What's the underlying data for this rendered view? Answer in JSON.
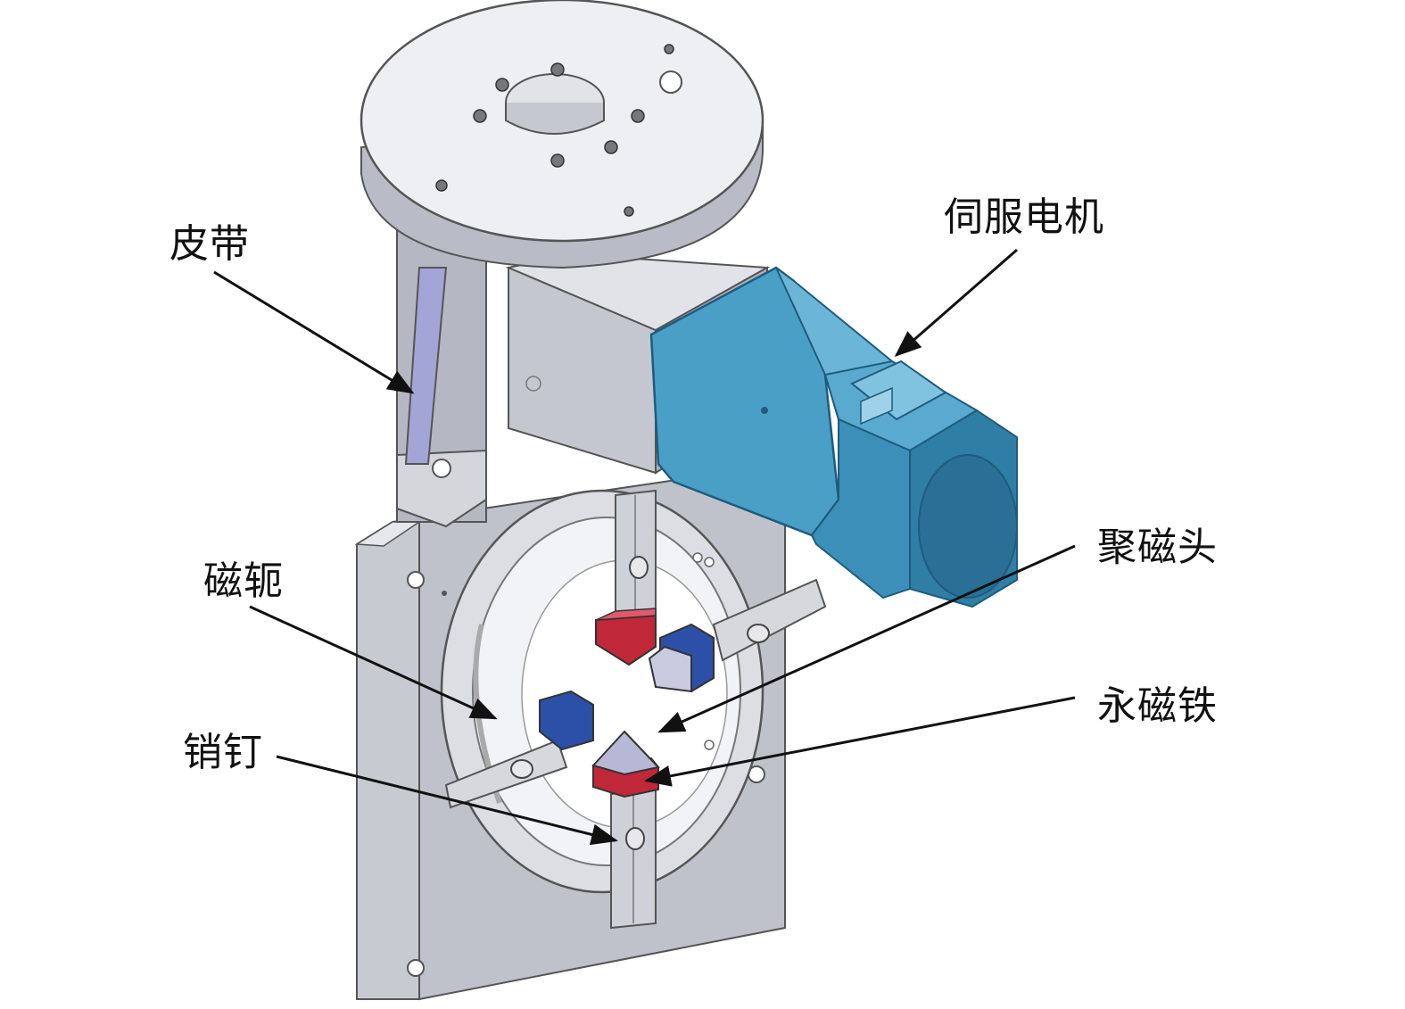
{
  "labels": {
    "belt": "皮带",
    "servo_motor": "伺服电机",
    "magnetic_yoke": "磁轭",
    "flux_concentrator": "聚磁头",
    "permanent_magnet": "永磁铁",
    "pin": "销钉"
  },
  "colors": {
    "metal_light": "#e8e9ee",
    "metal_mid": "#b9bcc6",
    "metal_dark": "#8e919c",
    "motor_blue": "#4a9fc6",
    "motor_blue_dark": "#2f7ea6",
    "magnet_red": "#c0283a",
    "magnet_blue": "#2c4fa8",
    "belt_purple": "#a3a5d6"
  }
}
